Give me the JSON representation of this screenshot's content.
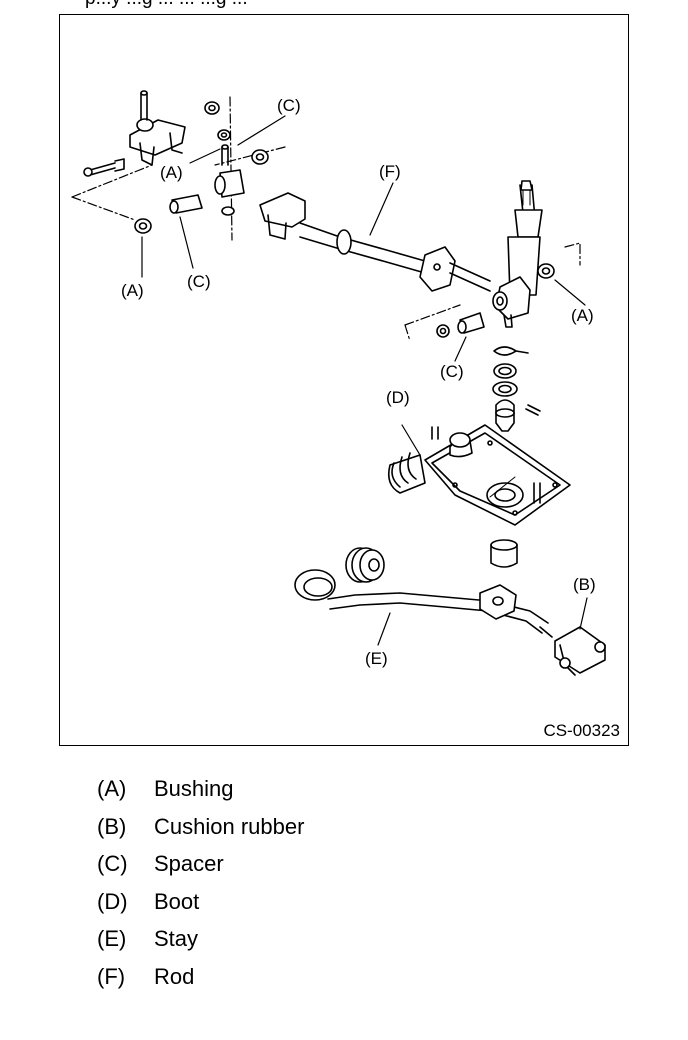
{
  "heading_fragment": "p...y ...g ... ... ...g ...",
  "figure_code": "CS-00323",
  "callouts": {
    "a1": "(A)",
    "a2": "(A)",
    "a3": "(A)",
    "c1": "(C)",
    "c2": "(C)",
    "c3": "(C)",
    "d": "(D)",
    "e": "(E)",
    "f": "(F)",
    "b": "(B)"
  },
  "legend": [
    {
      "key": "(A)",
      "label": "Bushing"
    },
    {
      "key": "(B)",
      "label": "Cushion rubber"
    },
    {
      "key": "(C)",
      "label": "Spacer"
    },
    {
      "key": "(D)",
      "label": "Boot"
    },
    {
      "key": "(E)",
      "label": "Stay"
    },
    {
      "key": "(F)",
      "label": "Rod"
    }
  ]
}
